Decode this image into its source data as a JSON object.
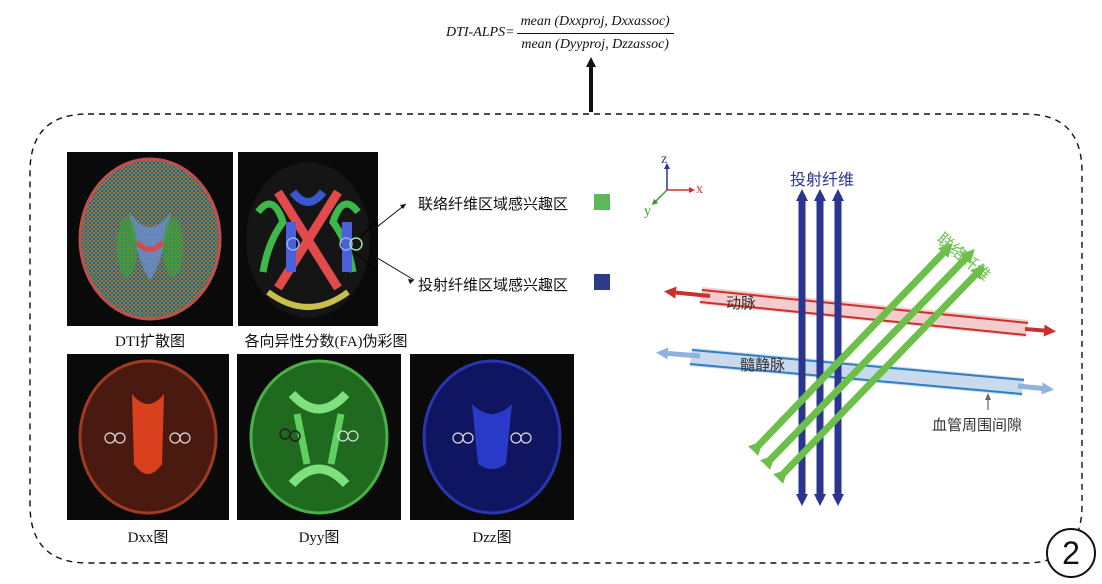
{
  "formula": {
    "lhs": "DTI-ALPS=",
    "numerator": "mean (Dxxproj, Dxxassoc)",
    "denominator": "mean (Dyyproj, Dzzassoc)"
  },
  "panels": {
    "dti": "DTI扩散图",
    "fa": "各向异性分数(FA)伪彩图",
    "dxx": "Dxx图",
    "dyy": "Dyy图",
    "dzz": "Dzz图"
  },
  "roi_labels": {
    "association": "联络纤维区域感兴趣区",
    "projection": "投射纤维区域感兴趣区"
  },
  "axes": {
    "z": "z",
    "x": "x",
    "y": "y"
  },
  "schematic": {
    "projection_fibers": "投射纤维",
    "association_fibers": "联络纤维",
    "artery": "动脉",
    "vein": "髓静脉",
    "perivascular": "血管周围间隙"
  },
  "badge": "2",
  "colors": {
    "association": "#5cb85c",
    "projection": "#2e3a8c",
    "artery": "#c8312c",
    "vein": "#2f7fc1",
    "fiber_green": "#6cc04a",
    "fiber_blue": "#2a3590",
    "axis_x": "#d03030",
    "axis_y": "#3a9a3a",
    "axis_z": "#2a3590"
  }
}
